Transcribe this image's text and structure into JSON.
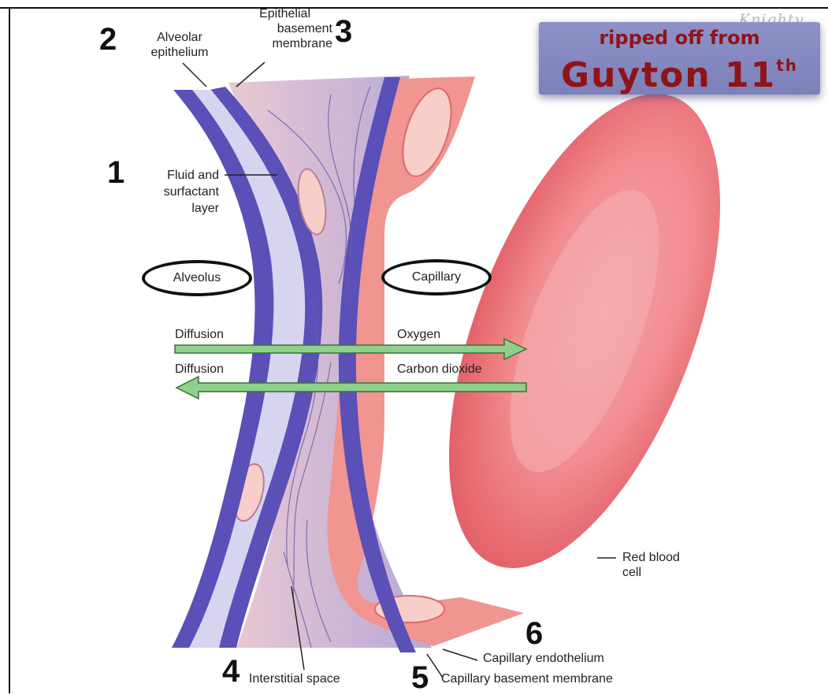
{
  "labels": {
    "alveolar_epithelium": [
      "Alveolar",
      "epithelium"
    ],
    "epithelial_basement_membrane": [
      "Epithelial",
      "basement",
      "membrane"
    ],
    "fluid_surfactant": [
      "Fluid and",
      "surfactant",
      "layer"
    ],
    "alveolus": "Alveolus",
    "capillary": "Capillary",
    "diffusion_oxygen": "Diffusion",
    "oxygen": "Oxygen",
    "diffusion_co2": "Diffusion",
    "carbon_dioxide": "Carbon dioxide",
    "red_blood_cell": [
      "Red blood",
      "cell"
    ],
    "capillary_endothelium": "Capillary endothelium",
    "interstitial_space": "Interstitial space",
    "capillary_basement_membrane": "Capillary basement membrane"
  },
  "numbers": {
    "n1": "1",
    "n2": "2",
    "n3": "3",
    "n4": "4",
    "n5": "5",
    "n6": "6"
  },
  "stamp": {
    "line1": "ripped off from",
    "line2": "Guyton 11",
    "superscript": "th"
  },
  "watermark": "Knighty",
  "colors": {
    "membrane_blue": "#5b4fb8",
    "pale_lavender": "#d6d4ef",
    "capillary_pink": "#f09590",
    "rbc_red": "#ec6a72",
    "arrow_green": "#8fd08a",
    "stamp_text": "#8f1418"
  }
}
